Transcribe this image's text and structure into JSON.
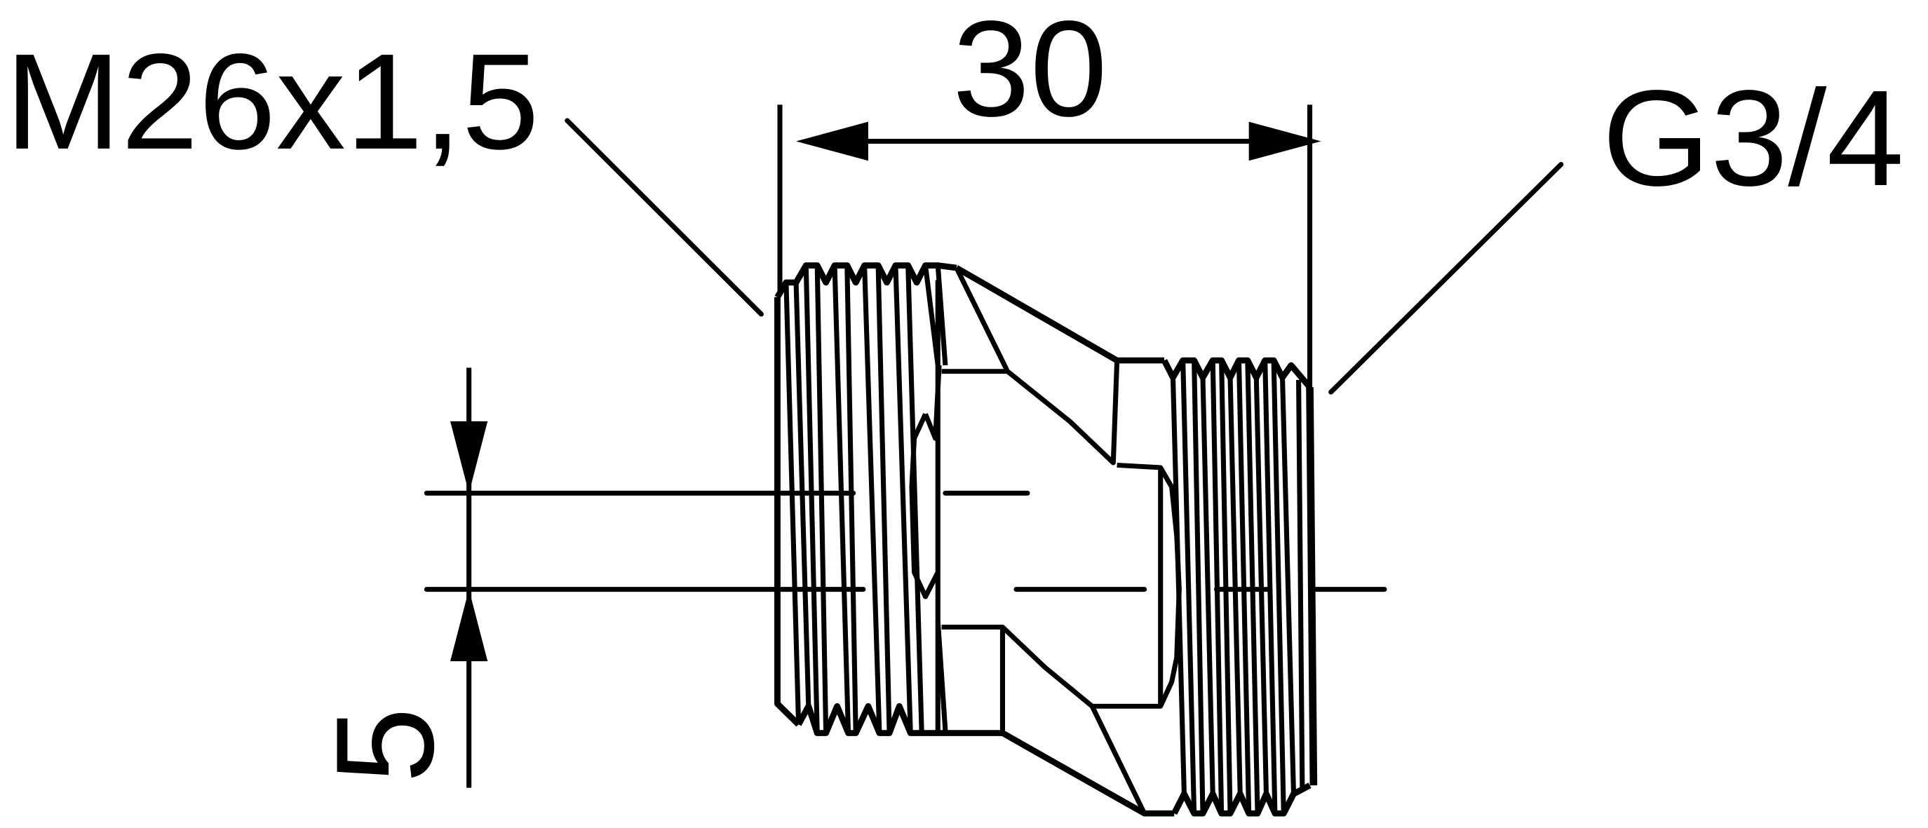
{
  "labels": {
    "thread_left": "M26x1,5",
    "thread_right": "G3/4",
    "length_dimension": "30",
    "offset_dimension": "5"
  },
  "colors": {
    "line": "#000000",
    "background": "#ffffff"
  }
}
